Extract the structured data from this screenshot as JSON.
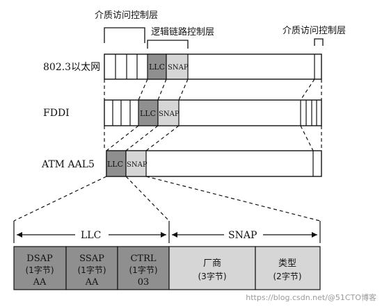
{
  "labels": {
    "mac_top": "介质访问控制层",
    "llc_layer": "逻辑链路控制层",
    "mac_right": "介质访问控制层"
  },
  "rows": {
    "ethernet": "802.3以太网",
    "fddi": "FDDI",
    "atm": "ATM AAL5"
  },
  "segments": {
    "llc": "LLC",
    "snap": "SNAP"
  },
  "expanded": {
    "llc_span": "LLC",
    "snap_span": "SNAP",
    "dsap": [
      "DSAP",
      "(1字节)",
      "AA"
    ],
    "ssap": [
      "SSAP",
      "(1字节)",
      "AA"
    ],
    "ctrl": [
      "CTRL",
      "(1字节)",
      "03"
    ],
    "vendor": [
      "厂商",
      "(3字节)"
    ],
    "type": [
      "类型",
      "(2字节)"
    ]
  },
  "watermark": "https://blog.csdn.net/@51CTO博客",
  "colors": {
    "dark_shade": "#8f8f8f",
    "light_shade": "#d6d6d6"
  }
}
